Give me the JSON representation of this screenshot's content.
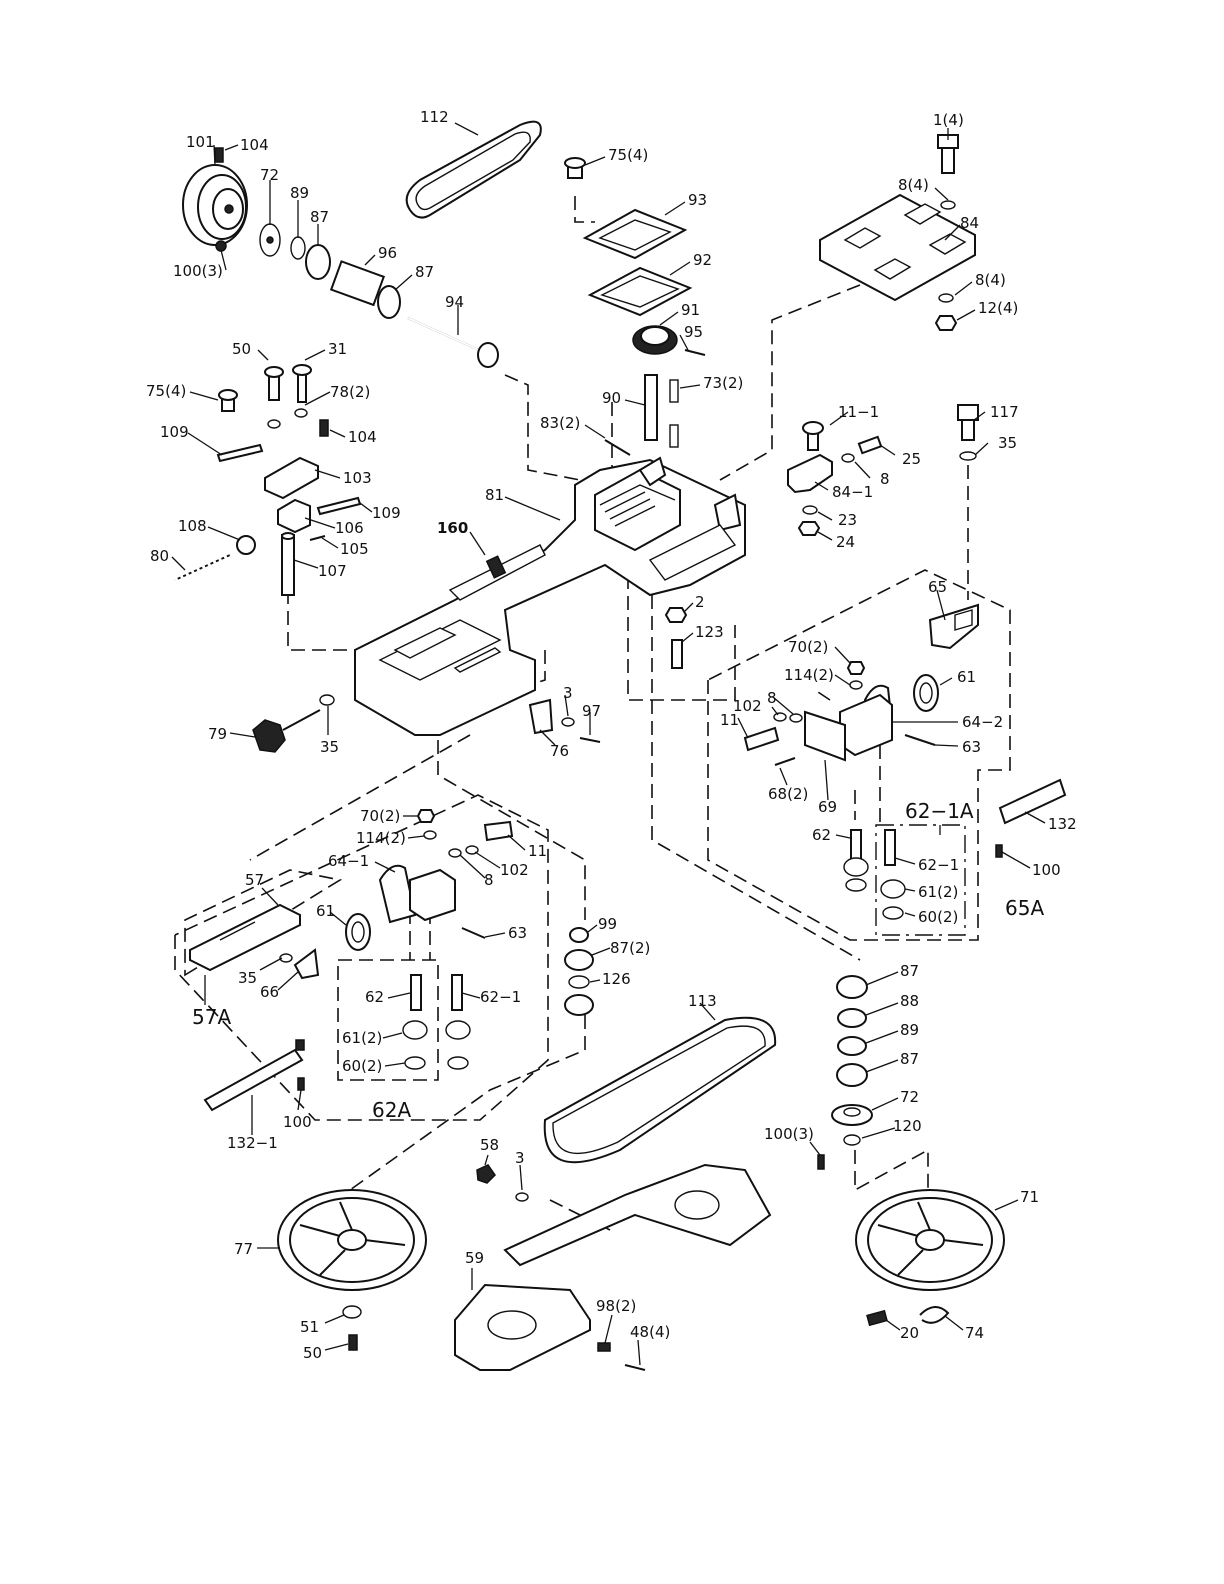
{
  "diagram": {
    "labels": {
      "l1_4": "1(4)",
      "l8_4a": "8(4)",
      "l84": "84",
      "l8_4b": "8(4)",
      "l12_4": "12(4)",
      "l112": "112",
      "l75_4a": "75(4)",
      "l93": "93",
      "l92": "92",
      "l91": "91",
      "l95": "95",
      "l73_2": "73(2)",
      "l90": "90",
      "l83_2": "83(2)",
      "l101": "101",
      "l104a": "104",
      "l72a": "72",
      "l89a": "89",
      "l87a": "87",
      "l96": "96",
      "l87b": "87",
      "l94": "94",
      "l100_3a": "100(3)",
      "l50a": "50",
      "l31": "31",
      "l78_2": "78(2)",
      "l75_4b": "75(4)",
      "l104b": "104",
      "l109a": "109",
      "l103": "103",
      "l109b": "109",
      "l106": "106",
      "l105": "105",
      "l108": "108",
      "l107": "107",
      "l80": "80",
      "l11_1": "11−1",
      "l25": "25",
      "l8a": "8",
      "l84_1": "84−1",
      "l23": "23",
      "l24": "24",
      "l117": "117",
      "l35a": "35",
      "l81": "81",
      "l160": "160",
      "l2": "2",
      "l123": "123",
      "l79": "79",
      "l35b": "35",
      "l3a": "3",
      "l97": "97",
      "l76": "76",
      "l65": "65",
      "l70_2a": "70(2)",
      "l114_2a": "114(2)",
      "l61a": "61",
      "l102a": "102",
      "l8b": "8",
      "l11a": "11",
      "l64_2": "64−2",
      "l63a": "63",
      "l68_2": "68(2)",
      "l69": "69",
      "l62_1A": "62−1A",
      "l132": "132",
      "l62a": "62",
      "l62_1a": "62−1",
      "l61_2a": "61(2)",
      "l60_2a": "60(2)",
      "l100a": "100",
      "l65A": "65A",
      "l70_2b": "70(2)",
      "l114_2b": "114(2)",
      "l11b": "11",
      "l102b": "102",
      "l8c": "8",
      "l64_1": "64−1",
      "l57": "57",
      "l61b": "61",
      "l63b": "63",
      "l35c": "35",
      "l66": "66",
      "l57A": "57A",
      "l62b": "62",
      "l62_1b": "62−1",
      "l61_2b": "61(2)",
      "l60_2b": "60(2)",
      "l62A": "62A",
      "l100b": "100",
      "l132_1": "132−1",
      "l99": "99",
      "l87_2": "87(2)",
      "l126": "126",
      "l113": "113",
      "l87c": "87",
      "l88": "88",
      "l89b": "89",
      "l87d": "87",
      "l72b": "72",
      "l100_3b": "100(3)",
      "l120": "120",
      "l58": "58",
      "l3b": "3",
      "l77": "77",
      "l51": "51",
      "l50b": "50",
      "l59": "59",
      "l98_2": "98(2)",
      "l48_4": "48(4)",
      "l71": "71",
      "l20": "20",
      "l74": "74"
    }
  }
}
